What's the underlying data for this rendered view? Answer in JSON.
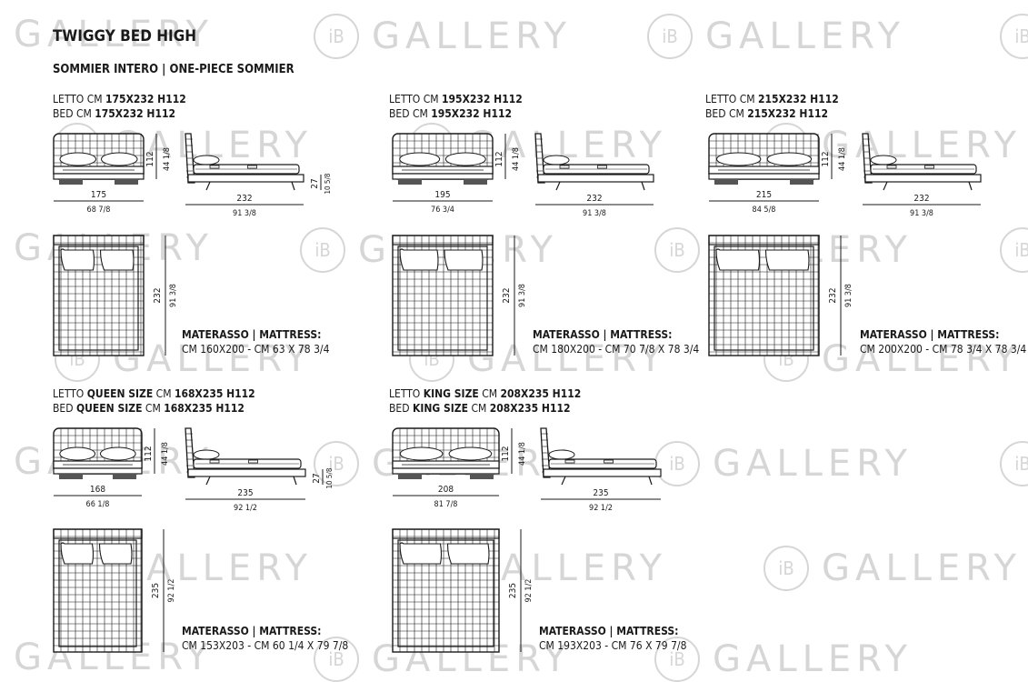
{
  "title": "TWIGGY BED HIGH",
  "subtitle": "SOMMIER INTERO | ONE-PIECE SOMMIER",
  "watermark": {
    "logo": "iB",
    "word": "GALLERY"
  },
  "colors": {
    "line": "#1a1a1a",
    "leg": "#555555",
    "watermark": "#d6d6d6"
  },
  "beds": [
    {
      "letto_prefix": "LETTO CM",
      "letto_size": "175X232 H112",
      "bed_prefix": "BED CM",
      "bed_size": "175X232 H112",
      "front_height": "112",
      "front_height_in": "44 1/8",
      "front_width": "175",
      "front_width_in": "68 7/8",
      "side_length": "232",
      "side_length_in": "91 3/8",
      "frame_height": "27",
      "frame_height_in": "10 5/8",
      "plan_length": "232",
      "plan_length_in": "91 3/8",
      "mattress_label": "MATERASSO | MATTRESS:",
      "mattress_size": "CM 160X200 - CM 63 X 78 3/4"
    },
    {
      "letto_prefix": "LETTO CM",
      "letto_size": "195X232 H112",
      "bed_prefix": "BED CM",
      "bed_size": "195X232 H112",
      "front_height": "112",
      "front_height_in": "44 1/8",
      "front_width": "195",
      "front_width_in": "76 3/4",
      "side_length": "232",
      "side_length_in": "91 3/8",
      "frame_height": "",
      "frame_height_in": "",
      "plan_length": "232",
      "plan_length_in": "91 3/8",
      "mattress_label": "MATERASSO | MATTRESS:",
      "mattress_size": "CM 180X200 - CM 70 7/8 X 78 3/4"
    },
    {
      "letto_prefix": "LETTO CM",
      "letto_size": "215X232 H112",
      "bed_prefix": "BED CM",
      "bed_size": "215X232 H112",
      "front_height": "112",
      "front_height_in": "44 1/8",
      "front_width": "215",
      "front_width_in": "84 5/8",
      "side_length": "232",
      "side_length_in": "91 3/8",
      "frame_height": "",
      "frame_height_in": "",
      "plan_length": "232",
      "plan_length_in": "91 3/8",
      "mattress_label": "MATERASSO | MATTRESS:",
      "mattress_size": "CM 200X200 - CM 78 3/4 X 78 3/4"
    },
    {
      "letto_prefix": "LETTO",
      "letto_bold_mid": "QUEEN SIZE",
      "letto_mid": "CM",
      "letto_size": "168X235 H112",
      "bed_prefix": "BED",
      "bed_bold_mid": "QUEEN SIZE",
      "bed_mid": "CM",
      "bed_size": "168X235 H112",
      "front_height": "112",
      "front_height_in": "44 1/8",
      "front_width": "168",
      "front_width_in": "66 1/8",
      "side_length": "235",
      "side_length_in": "92 1/2",
      "frame_height": "27",
      "frame_height_in": "10 5/8",
      "plan_length": "235",
      "plan_length_in": "92 1/2",
      "mattress_label": "MATERASSO | MATTRESS:",
      "mattress_size": "CM 153X203 - CM 60 1/4 X 79 7/8"
    },
    {
      "letto_prefix": "LETTO",
      "letto_bold_mid": "KING SIZE",
      "letto_mid": "CM",
      "letto_size": "208X235 H112",
      "bed_prefix": "BED",
      "bed_bold_mid": "KING SIZE",
      "bed_mid": "CM",
      "bed_size": "208X235 H112",
      "front_height": "112",
      "front_height_in": "44 1/8",
      "front_width": "208",
      "front_width_in": "81 7/8",
      "side_length": "235",
      "side_length_in": "92 1/2",
      "frame_height": "",
      "frame_height_in": "",
      "plan_length": "235",
      "plan_length_in": "92 1/2",
      "mattress_label": "MATERASSO | MATTRESS:",
      "mattress_size": "CM 193X203 - CM 76 X 79 7/8"
    }
  ]
}
